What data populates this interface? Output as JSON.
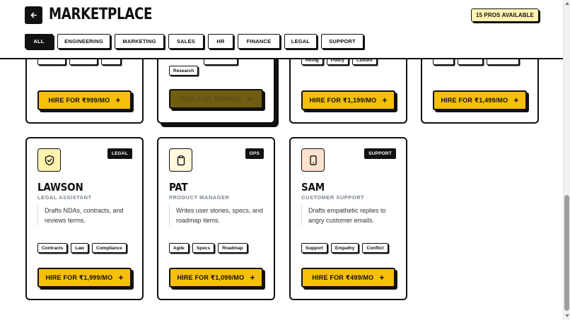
{
  "header": {
    "title": "MARKETPLACE",
    "pros_available": "15 PROS AVAILABLE"
  },
  "tabs": [
    "ALL",
    "ENGINEERING",
    "MARKETING",
    "SALES",
    "HR",
    "FINANCE",
    "LEGAL",
    "SUPPORT"
  ],
  "active_tab": "ALL",
  "top_row": {
    "card1": {
      "hire_label": "HIRE FOR ₹999/MO"
    },
    "card2": {
      "tags": [
        "Research"
      ],
      "hire_label": "HIRE FOR ₹899/MO"
    },
    "card3": {
      "tags": [
        "Hiring",
        "Policy",
        "Culture"
      ],
      "hire_label": "HIRE FOR ₹1,199/MO"
    },
    "card4": {
      "hire_label": "HIRE FOR ₹1,499/MO"
    }
  },
  "agents": [
    {
      "name": "LAWSON",
      "role": "LEGAL ASSISTANT",
      "badge": "LEGAL",
      "icon": "shield-icon",
      "icon_bg": "#fff3b0",
      "description": "Drafts NDAs, contracts, and reviews terms.",
      "tags": [
        "Contracts",
        "Law",
        "Compliance"
      ],
      "hire_label": "HIRE FOR ₹1,999/MO"
    },
    {
      "name": "PAT",
      "role": "PRODUCT MANAGER",
      "badge": "OPS",
      "icon": "clipboard-icon",
      "icon_bg": "#fff8dd",
      "description": "Writes user stories, specs, and roadmap items.",
      "tags": [
        "Agile",
        "Specs",
        "Roadmap"
      ],
      "hire_label": "HIRE FOR ₹1,099/MO"
    },
    {
      "name": "SAM",
      "role": "CUSTOMER SUPPORT",
      "badge": "SUPPORT",
      "icon": "tablet-icon",
      "icon_bg": "#fde3cf",
      "description": "Drafts empathetic replies to angry customer emails.",
      "tags": [
        "Support",
        "Empathy",
        "Conflict"
      ],
      "hire_label": "HIRE FOR ₹499/MO"
    }
  ],
  "colors": {
    "accent": "#f5bf0a",
    "ink": "#111111",
    "role_text": "#7a8390"
  }
}
